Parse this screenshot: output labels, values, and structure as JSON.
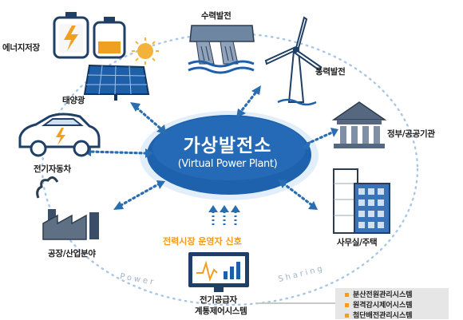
{
  "center": {
    "title": "가상발전소",
    "subtitle": "(Virtual Power Plant)"
  },
  "nodes": {
    "energy_storage": "에너지저장",
    "solar": "태양광",
    "ev": "전기자동차",
    "factory": "공장/산업분야",
    "hydro": "수력발전",
    "wind": "풍력발전",
    "government": "정부/공공기관",
    "office_home": "사무실/주택",
    "operator_line1": "전기공급자",
    "operator_line2": "계통제어시스템"
  },
  "signal_label": "전력시장 운영자 신호",
  "ring_words": {
    "left": "Power",
    "right": "Sharing"
  },
  "legend": [
    "분산전원관리시스템",
    "원격감시제어시스템",
    "첨단배전관리시스템"
  ],
  "colors": {
    "navy": "#0d3566",
    "blue": "#2a6db0",
    "center_fill": "#1e62ad",
    "accent_orange": "#f29a1b",
    "ring_dots": "#8fb4dd"
  }
}
